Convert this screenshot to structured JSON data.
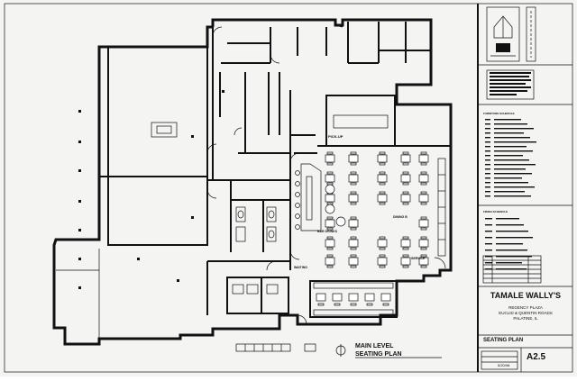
{
  "title_block": {
    "project_name": "TAMALE WALLY'S",
    "location_lines": [
      "REGENCY PLAZA",
      "EUCLID & QUENTIN ROADS",
      "PALATINE, IL"
    ],
    "sheet_title": "SEATING PLAN",
    "sheet_number": "A2.5",
    "date": "5/20/98"
  },
  "plan": {
    "caption_line1": "MAIN LEVEL",
    "caption_line2": "SEATING PLAN",
    "room_labels": {
      "pick_up": "PICK-UP",
      "bar_drinks": "BAR DRINKS",
      "dining_b": "DINING B",
      "waiting": "WAITING",
      "service": "SERVICE"
    }
  },
  "schedules": {
    "furniture_header": "FURNITURE SCHEDULE",
    "finish_header": "FINISH SCHEDULE"
  },
  "colors": {
    "ink": "#111111",
    "paper": "#f4f4f2",
    "sheet_white": "#ffffff"
  }
}
